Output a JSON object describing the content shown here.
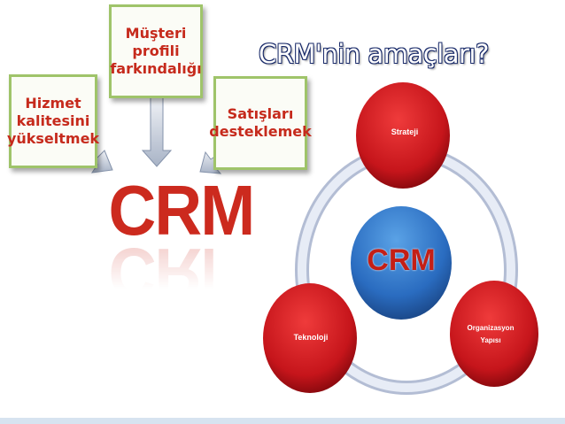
{
  "title": "CRM'nin amaçları?",
  "left_diagram": {
    "boxes": {
      "left": "Hizmet\nkalitesini\nyükseltmek",
      "top": "Müşteri\nprofili\nfarkındalığı",
      "right": "Satışları\ndesteklemek"
    },
    "center_logo": "CRM"
  },
  "cycle": {
    "center": "CRM",
    "nodes": {
      "strateji": "Strateji",
      "teknoloji": "Teknoloji",
      "organizasyon": "Organizasyon\nYapısı"
    }
  },
  "colors": {
    "box_border": "#9fc46a",
    "box_text": "#c62a1c",
    "circle_red": "#d01f24",
    "center_blue": "#2a6cc0",
    "ring": "#c9d2e6"
  }
}
